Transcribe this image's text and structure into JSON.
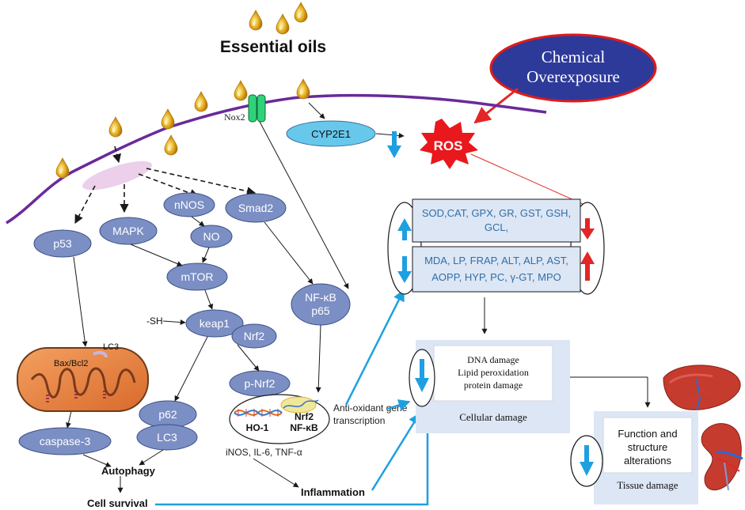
{
  "title": "Essential oils",
  "chemical": {
    "line1": "Chemical",
    "line2": "Overexposure"
  },
  "ros": "ROS",
  "nox2": "Nox2",
  "cyp2e1": "CYP2E1",
  "nodes": {
    "p53": "p53",
    "mapk": "MAPK",
    "nnos": "nNOS",
    "no": "NO",
    "smad2": "Smad2",
    "mtor": "mTOR",
    "keap1": "keap1",
    "nrf2": "Nrf2",
    "nfkb": "NF-κB",
    "p65": "p65",
    "pnrf2": "p-Nrf2",
    "p62": "p62",
    "lc3": "LC3",
    "caspase3": "caspase-3"
  },
  "labels": {
    "sh": "-SH",
    "lc3_mito": "LC3",
    "bax": "Bax/Bcl2",
    "ho1": "HO-1",
    "nrf2_nucleus": "Nrf2",
    "nfkb_nucleus": "NF-κB",
    "inos": "iNOS, IL-6, TNF-α",
    "autophagy": "Autophagy",
    "cell_survival": "Cell survival",
    "inflammation": "Inflammation",
    "antiox_line1": "Anti-oxidant gene",
    "antiox_line2": "transcription"
  },
  "enzymes": {
    "up_line1": "SOD,CAT, GPX, GR, GST, GSH,",
    "up_line2": "GCL,",
    "down_line1": "MDA, LP, FRAP, ALT, ALP, AST,",
    "down_line2": "AOPP, HYP, PC, γ-GT, MPO"
  },
  "cellular": {
    "line1": "DNA damage",
    "line2": "Lipid peroxidation",
    "line3": "protein damage",
    "caption": "Cellular damage"
  },
  "tissue": {
    "line1": "Function and",
    "line2": "structure",
    "line3": "alterations",
    "caption": "Tissue damage"
  },
  "colors": {
    "node_fill": "#7b8fc4",
    "membrane": "#6a2a9a",
    "ros_red": "#e8181c",
    "chemical_fill": "#2d3a9a",
    "arrow_blue": "#1ea0e0",
    "arrow_red": "#e32626",
    "oil": "#e2a91c",
    "box_fill": "#dde6f4"
  }
}
